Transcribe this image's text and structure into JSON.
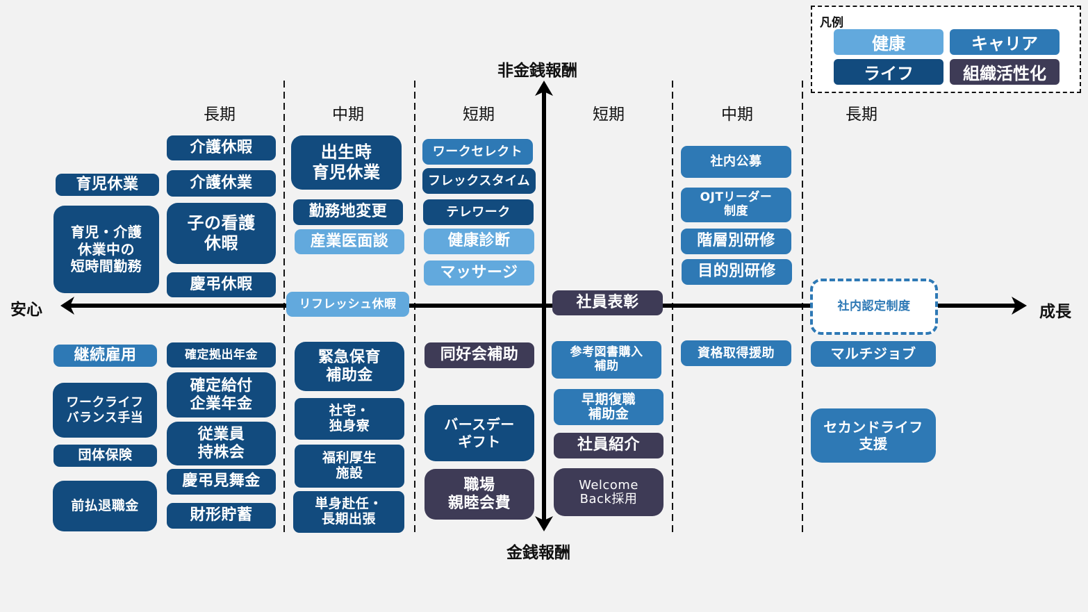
{
  "legend": {
    "title": "凡例",
    "items": [
      {
        "key": "health",
        "label": "健康",
        "color": "#62a9dd"
      },
      {
        "key": "career",
        "label": "キャリア",
        "color": "#2e79b5"
      },
      {
        "key": "life",
        "label": "ライフ",
        "color": "#124b7e"
      },
      {
        "key": "org",
        "label": "組織活性化",
        "color": "#3e3b56"
      }
    ]
  },
  "axes": {
    "top": "非金銭報酬",
    "bottom": "金銭報酬",
    "left": "安心",
    "right": "成長"
  },
  "column_headers": [
    "長期",
    "中期",
    "短期",
    "短期",
    "中期",
    "長期"
  ],
  "benefits": [
    {
      "label": "育児休業",
      "category": "life"
    },
    {
      "label": "育児・介護\n休業中の\n短時間勤務",
      "category": "life"
    },
    {
      "label": "介護休暇",
      "category": "life"
    },
    {
      "label": "介護休業",
      "category": "life"
    },
    {
      "label": "子の看護\n休暇",
      "category": "life"
    },
    {
      "label": "慶弔休暇",
      "category": "life"
    },
    {
      "label": "出生時\n育児休業",
      "category": "life"
    },
    {
      "label": "勤務地変更",
      "category": "life"
    },
    {
      "label": "産業医面談",
      "category": "health"
    },
    {
      "label": "リフレッシュ休暇",
      "category": "health"
    },
    {
      "label": "ワークセレクト",
      "category": "career"
    },
    {
      "label": "フレックスタイム",
      "category": "life"
    },
    {
      "label": "テレワーク",
      "category": "life"
    },
    {
      "label": "健康診断",
      "category": "health"
    },
    {
      "label": "マッサージ",
      "category": "health"
    },
    {
      "label": "社員表彰",
      "category": "org"
    },
    {
      "label": "社内公募",
      "category": "career"
    },
    {
      "label": "OJTリーダー\n制度",
      "category": "career"
    },
    {
      "label": "階層別研修",
      "category": "career"
    },
    {
      "label": "目的別研修",
      "category": "career"
    },
    {
      "label": "社内認定制度",
      "category": "career"
    },
    {
      "label": "継続雇用",
      "category": "career"
    },
    {
      "label": "ワークライフ\nバランス手当",
      "category": "life"
    },
    {
      "label": "団体保険",
      "category": "life"
    },
    {
      "label": "前払退職金",
      "category": "life"
    },
    {
      "label": "確定拠出年金",
      "category": "life"
    },
    {
      "label": "確定給付\n企業年金",
      "category": "life"
    },
    {
      "label": "従業員\n持株会",
      "category": "life"
    },
    {
      "label": "慶弔見舞金",
      "category": "life"
    },
    {
      "label": "財形貯蓄",
      "category": "life"
    },
    {
      "label": "緊急保育\n補助金",
      "category": "life"
    },
    {
      "label": "社宅・\n独身寮",
      "category": "life"
    },
    {
      "label": "福利厚生\n施設",
      "category": "life"
    },
    {
      "label": "単身赴任・\n長期出張",
      "category": "life"
    },
    {
      "label": "同好会補助",
      "category": "org"
    },
    {
      "label": "バースデー\nギフト",
      "category": "life"
    },
    {
      "label": "職場\n親睦会費",
      "category": "org"
    },
    {
      "label": "参考図書購入\n補助",
      "category": "career"
    },
    {
      "label": "早期復職\n補助金",
      "category": "career"
    },
    {
      "label": "社員紹介",
      "category": "org"
    },
    {
      "label": "Welcome\nBack採用",
      "category": "org"
    },
    {
      "label": "資格取得援助",
      "category": "career"
    },
    {
      "label": "マルチジョブ",
      "category": "career"
    },
    {
      "label": "セカンドライフ\n支援",
      "category": "career"
    }
  ]
}
